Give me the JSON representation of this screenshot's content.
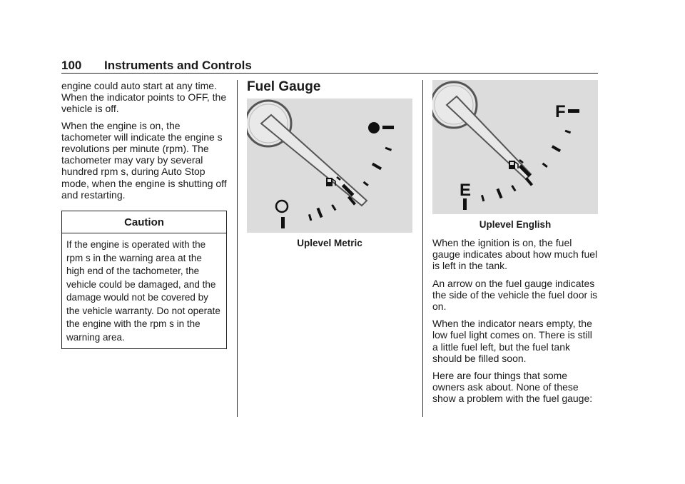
{
  "header": {
    "page_number": "100",
    "section_title": "Instruments and Controls"
  },
  "col1": {
    "paragraphs": [
      "engine could auto start at any time. When the indicator points to OFF, the vehicle is off.",
      "When the engine is on, the tachometer will indicate the engine s revolutions per minute (rpm). The tachometer may vary by several hundred rpm s, during Auto Stop mode, when the engine is shutting off and restarting."
    ],
    "caution": {
      "title": "Caution",
      "body": "If the engine is operated with the rpm s in the warning area at the high end of the tachometer, the vehicle could be damaged, and the damage would not be covered by the vehicle warranty. Do not operate the engine with the rpm s in the warning area."
    }
  },
  "col2": {
    "heading": "Fuel Gauge",
    "figure_caption": "Uplevel Metric"
  },
  "col3": {
    "figure_caption": "Uplevel English",
    "gauge_empty_label": "E",
    "gauge_full_label": "F",
    "paragraphs": [
      "When the ignition is on, the fuel gauge indicates about how much fuel is left in the tank.",
      "An arrow on the fuel gauge indicates the side of the vehicle the fuel door is on.",
      "When the indicator nears empty, the low fuel light comes on. There is still a little fuel left, but the fuel tank should be filled soon.",
      "Here are four things that some owners ask about. None of these show a problem with the fuel gauge:"
    ]
  }
}
